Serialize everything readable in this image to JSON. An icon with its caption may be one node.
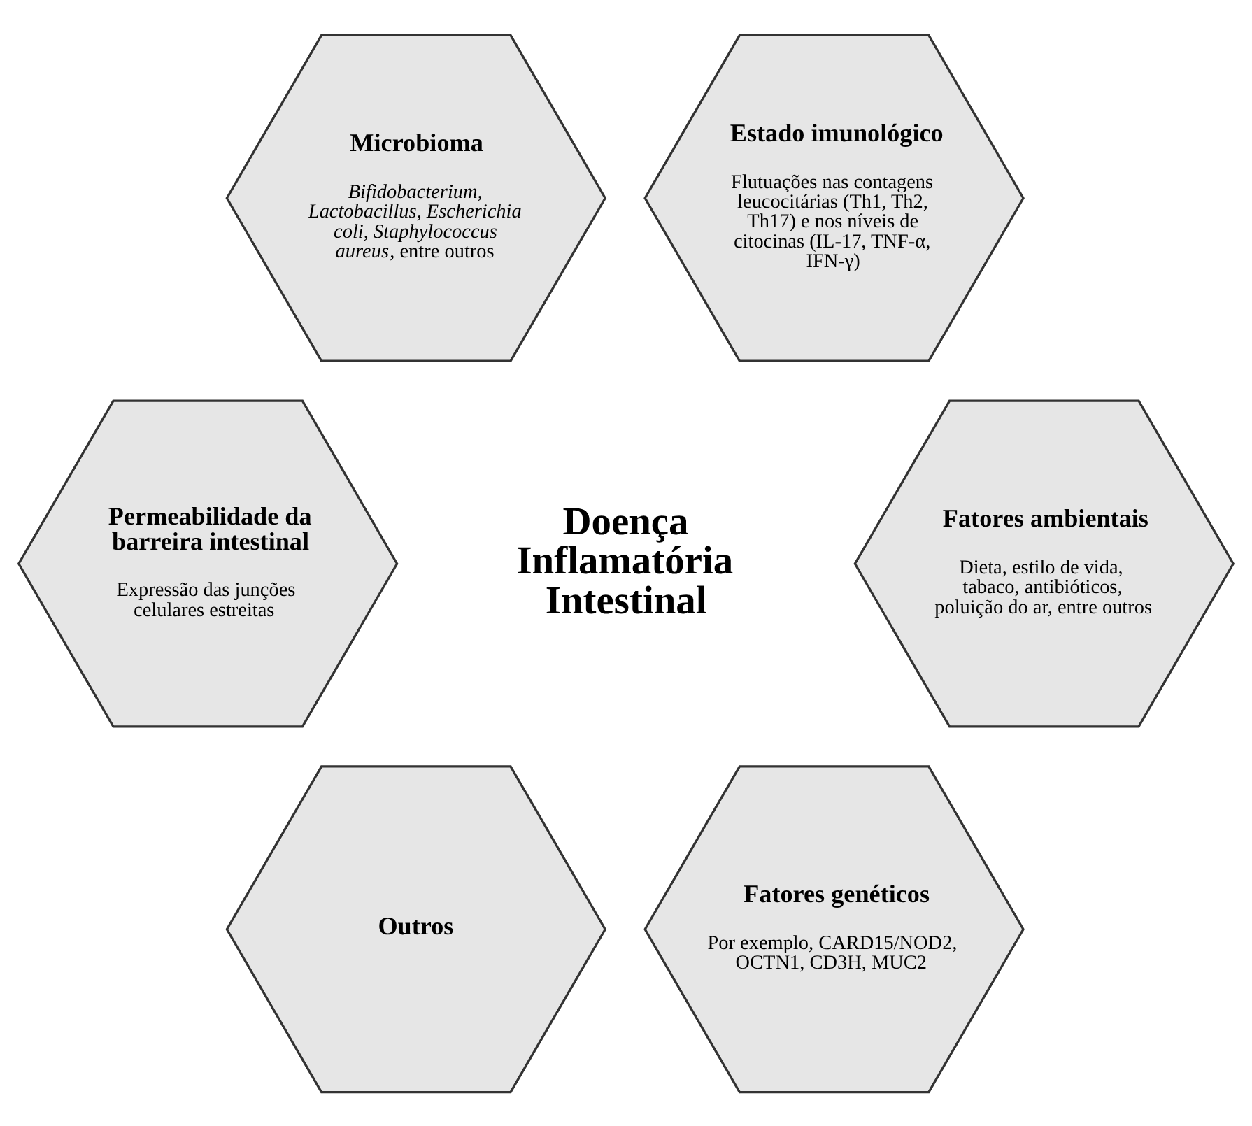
{
  "diagram": {
    "nodes": [
      {
        "text": [
          "Microbioma",
          "*Bifidobacterium, Lactobacillus, Escherichia coli, Staphylococcus aureus*, entre outros"
        ]
      },
      {
        "text": [
          "Estado imunológico",
          "Flutuações nas contagens leucocitárias (Th1, Th2, Th17) e nos níveis de citocinas (IL-17, TNF-α, IFN-γ)"
        ]
      },
      {
        "text": [
          "Permeabilidade da barreira intestinal",
          "Expressão das junções celulares estreitas"
        ]
      },
      {
        "text": [
          "Fatores ambientais",
          "Dieta, estilo de vida, tabaco, antibióticos, poluição do ar, entre outros"
        ]
      },
      {
        "text": [
          "Outros"
        ]
      },
      {
        "text": [
          "Fatores genéticos",
          "Por exemplo, CARD15/NOD2, OCTN1, CD3H, MUC2"
        ]
      }
    ],
    "edges": [],
    "labels": [
      "Doença Inflamatória Intestinal"
    ]
  }
}
